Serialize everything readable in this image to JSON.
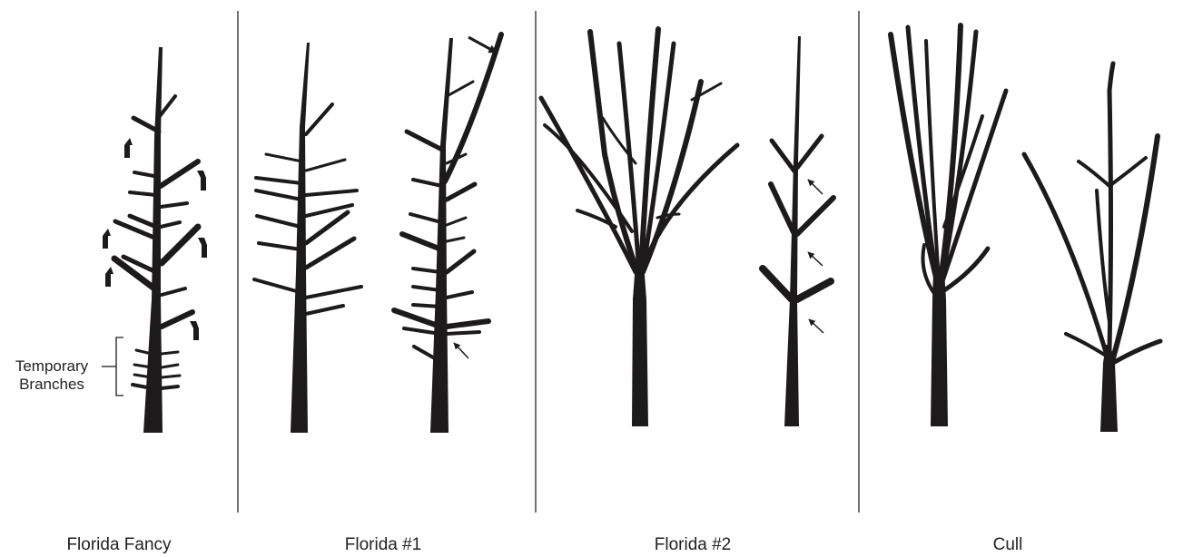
{
  "labels": {
    "grades": [
      "Florida Fancy",
      "Florida #1",
      "Florida #2",
      "Cull"
    ],
    "temporary_line1": "Temporary",
    "temporary_line2": "Branches"
  },
  "colors": {
    "ink": "#1c1a1a",
    "divider": "#333333",
    "text": "#222222"
  },
  "icons": [
    "tree-silhouette",
    "arrow-pointer",
    "tag-marker",
    "bracket"
  ]
}
